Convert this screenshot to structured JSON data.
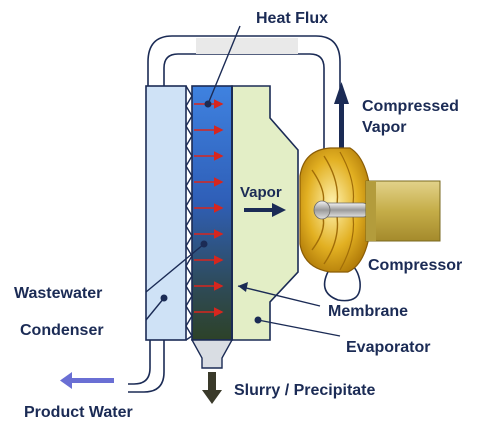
{
  "labels": {
    "heat_flux": "Heat Flux",
    "compressed_vapor_line1": "Compressed",
    "compressed_vapor_line2": "Vapor",
    "vapor": "Vapor",
    "compressor": "Compressor",
    "wastewater": "Wastewater",
    "condenser": "Condenser",
    "membrane": "Membrane",
    "evaporator": "Evaporator",
    "slurry_precipitate": "Slurry / Precipitate",
    "product_water": "Product Water"
  },
  "colors": {
    "label_text": "#1b2b55",
    "outline": "#1b2b55",
    "condenser_fill": "#cfe2f6",
    "evaporator_fill": "#e3eec6",
    "wastewater_top": "#3a76d4",
    "wastewater_bottom": "#2f4a2e",
    "heat_arrow": "#d7261e",
    "compressor_gold": "#d9a61a",
    "motor_fill": "#c8b356",
    "product_arrow": "#6a6fd4",
    "slurry_arrow": "#3a3a2a"
  }
}
